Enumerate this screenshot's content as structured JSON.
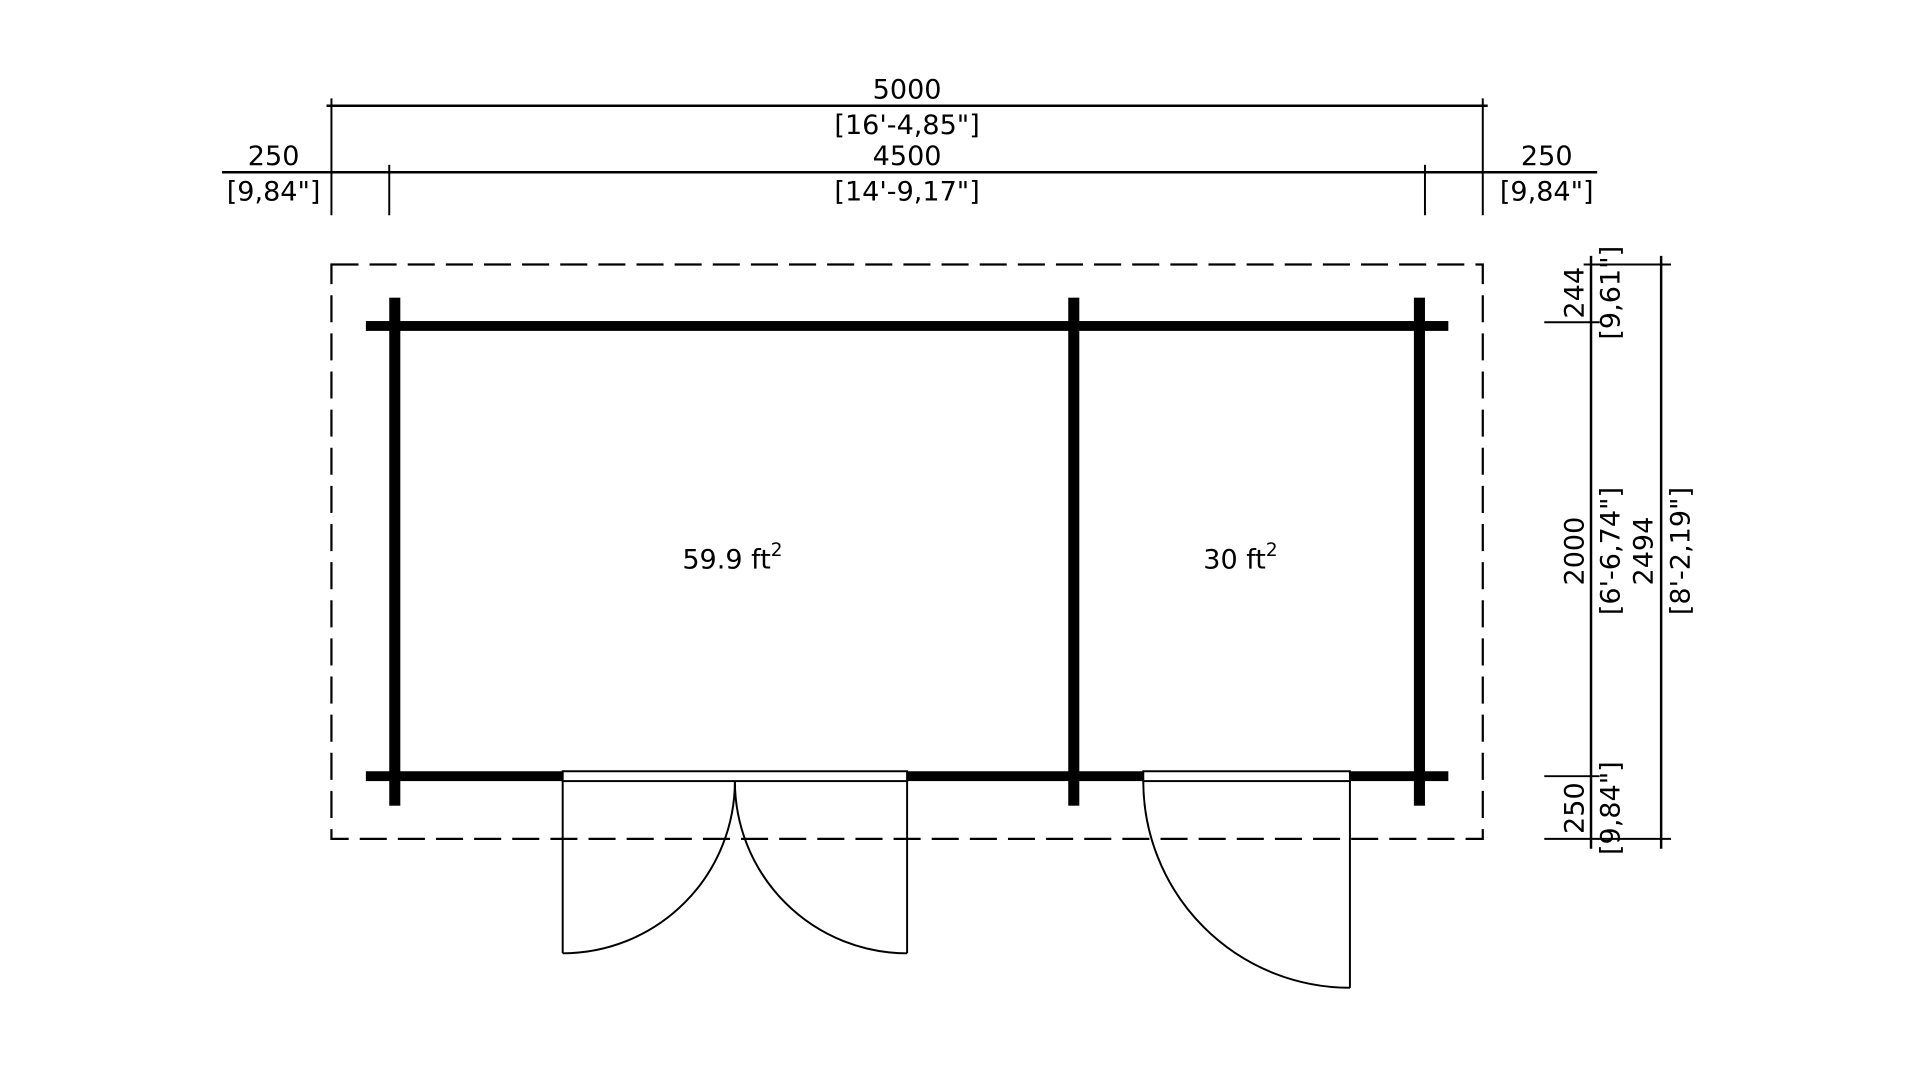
{
  "drawing": {
    "top_dims": {
      "overall": {
        "value": "5000",
        "imperial": "[16'-4,85\"]"
      },
      "inner": {
        "value": "4500",
        "imperial": "[14'-9,17\"]"
      },
      "left_overhang": {
        "value": "250",
        "imperial": "[9,84\"]"
      },
      "right_overhang": {
        "value": "250",
        "imperial": "[9,84\"]"
      }
    },
    "side_dims": {
      "top_overhang": {
        "value": "244",
        "imperial": "[9,61\"]"
      },
      "inner": {
        "value": "2000",
        "imperial": "[6'-6,74\"]"
      },
      "overall": {
        "value": "2494",
        "imperial": "[8'-2,19\"]"
      },
      "bottom_overhang": {
        "value": "250",
        "imperial": "[9,84\"]"
      }
    },
    "rooms": [
      {
        "area": "59.9 ft",
        "unit_sup": "2"
      },
      {
        "area": "30 ft",
        "unit_sup": "2"
      }
    ]
  }
}
